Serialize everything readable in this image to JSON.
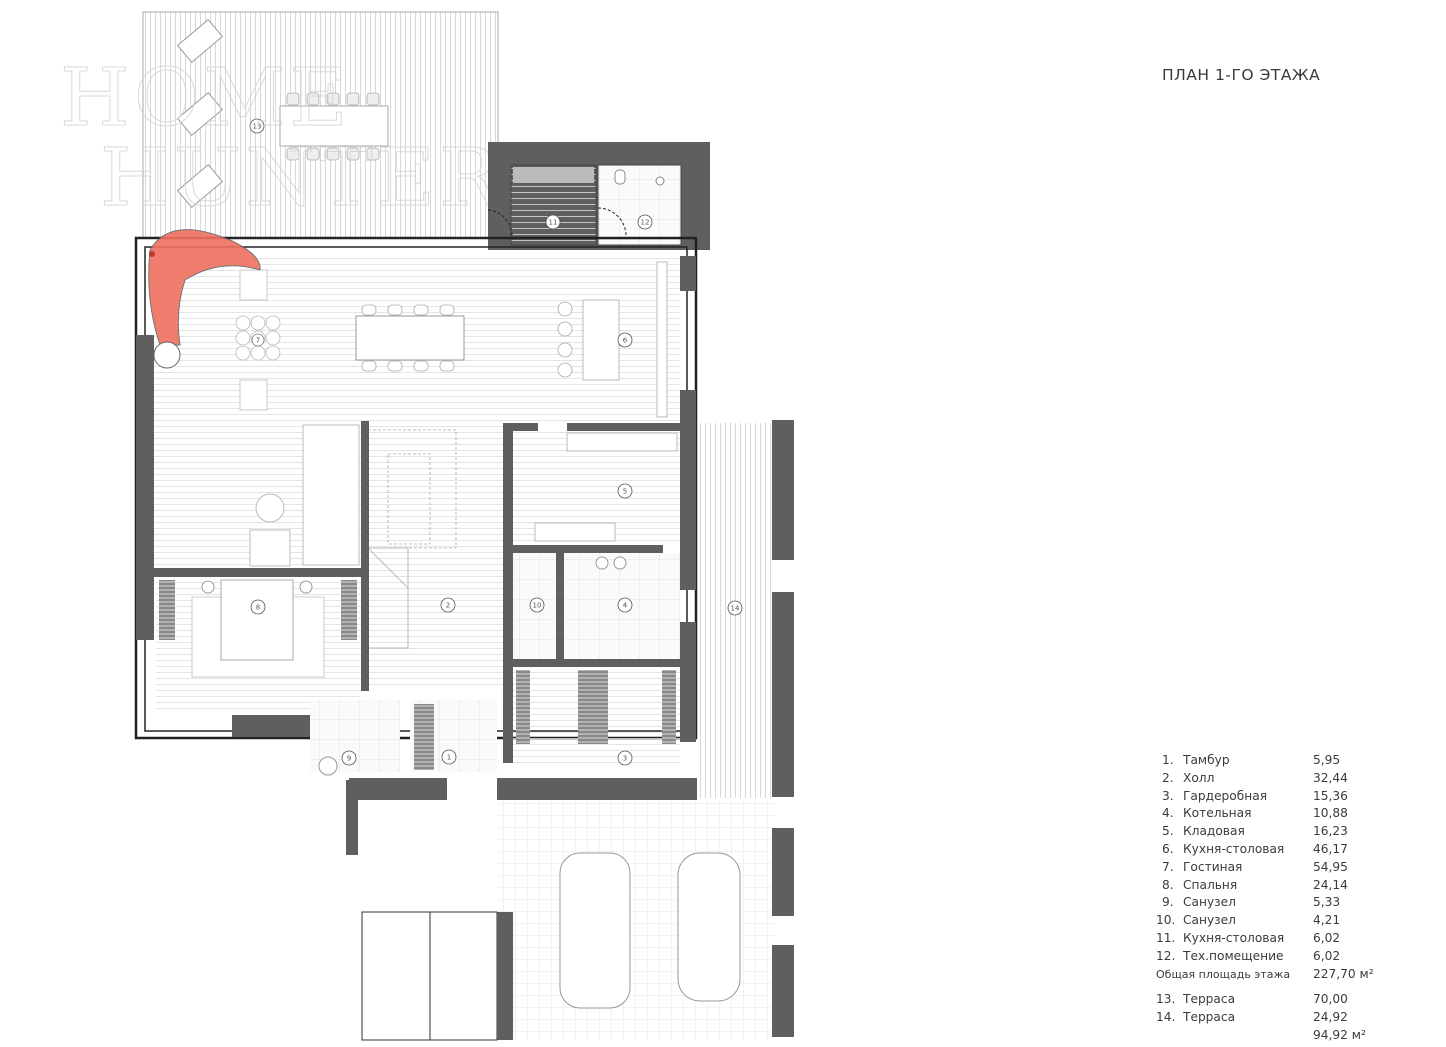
{
  "header": {
    "title": "ПЛАН 1-ГО ЭТАЖА"
  },
  "watermark": {
    "line1": "HOME",
    "line2": "HUNTER"
  },
  "rooms": [
    {
      "num": "1.",
      "name": "Тамбур",
      "area": "5,95",
      "tag": "1"
    },
    {
      "num": "2.",
      "name": "Холл",
      "area": "32,44",
      "tag": "2"
    },
    {
      "num": "3.",
      "name": "Гардеробная",
      "area": "15,36",
      "tag": "3"
    },
    {
      "num": "4.",
      "name": "Котельная",
      "area": "10,88",
      "tag": "4"
    },
    {
      "num": "5.",
      "name": "Кладовая",
      "area": "16,23",
      "tag": "5"
    },
    {
      "num": "6.",
      "name": "Кухня-столовая",
      "area": "46,17",
      "tag": "6"
    },
    {
      "num": "7.",
      "name": "Гостиная",
      "area": "54,95",
      "tag": "7"
    },
    {
      "num": "8.",
      "name": "Спальня",
      "area": "24,14",
      "tag": "8"
    },
    {
      "num": "9.",
      "name": "Санузел",
      "area": "5,33",
      "tag": "9"
    },
    {
      "num": "10.",
      "name": "Санузел",
      "area": "4,21",
      "tag": "10"
    },
    {
      "num": "11.",
      "name": "Кухня-столовая",
      "area": "6,02",
      "tag": "11"
    },
    {
      "num": "12.",
      "name": "Тех.помещение",
      "area": "6,02",
      "tag": "12"
    }
  ],
  "floor_total": {
    "label": "Общая площадь этажа",
    "value": "227,70 м²"
  },
  "terraces": [
    {
      "num": "13.",
      "name": "Терраса",
      "area": "70,00",
      "tag": "13"
    },
    {
      "num": "14.",
      "name": "Терраса",
      "area": "24,92",
      "tag": "14"
    }
  ],
  "terrace_total": {
    "value": "94,92 м²"
  },
  "colors": {
    "wall": "#5f5f5f",
    "line": "#222222",
    "floor_lines": "#d9d9d9",
    "hat_red": "#f07060"
  }
}
